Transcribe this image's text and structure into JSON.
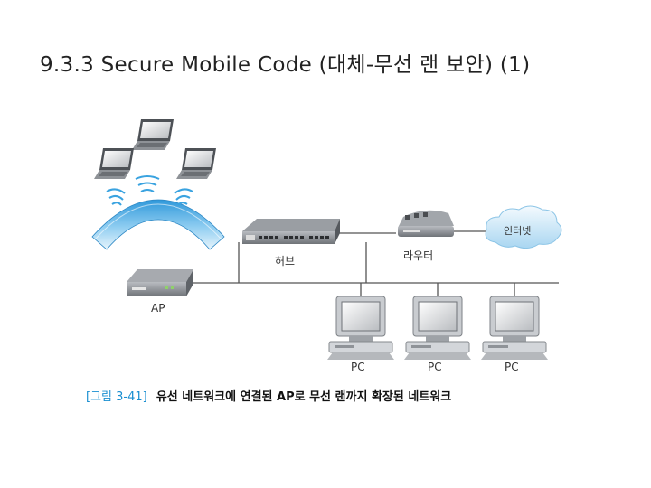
{
  "slide": {
    "title": "9.3.3 Secure Mobile Code (대체-무선 랜 보안) (1)"
  },
  "diagram": {
    "labels": {
      "ap": "AP",
      "hub": "허브",
      "router": "라우터",
      "internet": "인터넷",
      "pc1": "PC",
      "pc2": "PC",
      "pc3": "PC"
    },
    "caption": {
      "prefix": "[그림 3-41]",
      "text": "유선 네트워크에 연결된 AP로 무선 랜까지 확장된 네트워크"
    },
    "colors": {
      "wave_blue": "#3aa3e0",
      "wave_light": "#cfe9f8",
      "cable": "#555555",
      "caption_accent": "#1a8fd1"
    }
  }
}
